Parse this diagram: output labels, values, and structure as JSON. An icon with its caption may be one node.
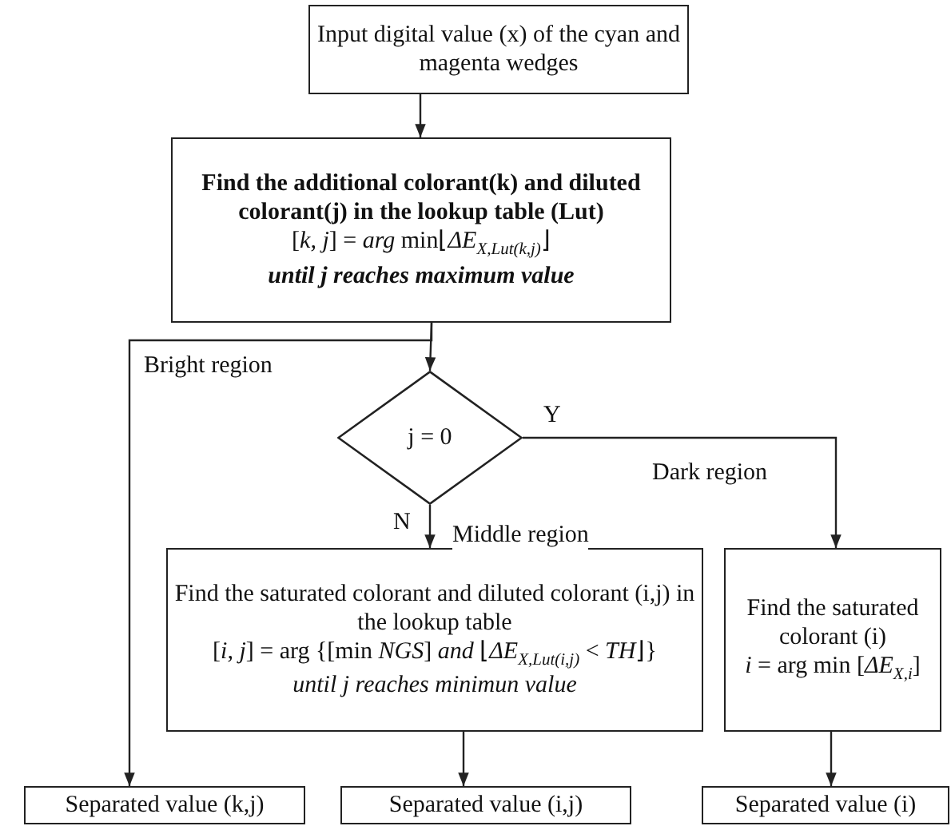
{
  "diagram": {
    "nodes": [
      {
        "text": [
          "Input digital value (x) of the cyan and magenta wedges"
        ]
      },
      {
        "text": [
          "Find the additional colorant(k) and diluted colorant(j) in the lookup table (Lut)",
          "[*k, j*] = *arg* min⌊*ΔE*$_{X,Lut(k,j)}$⌋",
          "until j reaches maximum value"
        ]
      },
      {
        "text": [
          "j = 0"
        ]
      },
      {
        "text": [
          "Find the saturated colorant and diluted colorant (i,j) in the lookup table",
          "[*i, j*] = arg {[min *NGS*] *and* ⌊*ΔE*$_{X,Lut(i,j)}$ < *TH*⌋}",
          "until j reaches minimun value"
        ]
      },
      {
        "text": [
          "Find the saturated colorant (i)",
          "*i* = arg min [*ΔE*$_{X,i}$]"
        ]
      },
      {
        "text": [
          "Separated value (k,j)"
        ]
      },
      {
        "text": [
          "Separated value (i,j)"
        ]
      },
      {
        "text": [
          "Separated value (i)"
        ]
      }
    ],
    "edges": [
      {
        "from": 0,
        "to": 1,
        "arrow": "to"
      },
      {
        "from": 1,
        "to": 2,
        "arrow": "to"
      },
      {
        "from": 1,
        "to": 5,
        "arrow": "to",
        "label": "Bright region"
      },
      {
        "from": 2,
        "to": 3,
        "arrow": "to",
        "label": "N"
      },
      {
        "from": 2,
        "to": 4,
        "arrow": "to",
        "label": "Y"
      },
      {
        "from": 3,
        "to": 6,
        "arrow": "to"
      },
      {
        "from": 4,
        "to": 7,
        "arrow": "to"
      }
    ],
    "labels": [
      "Dark region",
      "Middle region"
    ]
  }
}
